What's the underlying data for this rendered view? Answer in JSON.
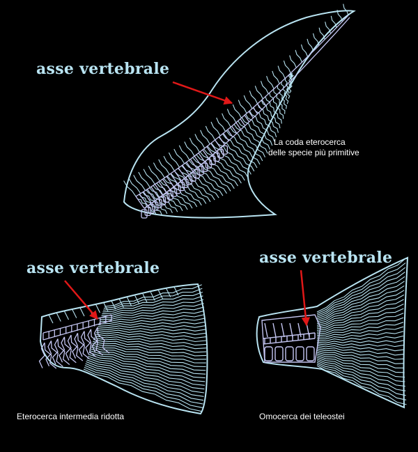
{
  "labels": {
    "axis_top": "asse vertebrale",
    "axis_left": "asse vertebrale",
    "axis_right": "asse vertebrale"
  },
  "captions": {
    "top_line1": "La coda eterocerca",
    "top_line2": "delle specie più primitive",
    "left": "Eterocerca intermedia ridotta",
    "right": "Omocerca dei teleostei"
  },
  "colors": {
    "background": "#000000",
    "fin": "#b9e4f2",
    "spine": "#c4c6f2",
    "arrow": "#e01818",
    "text": "#ffffff"
  }
}
